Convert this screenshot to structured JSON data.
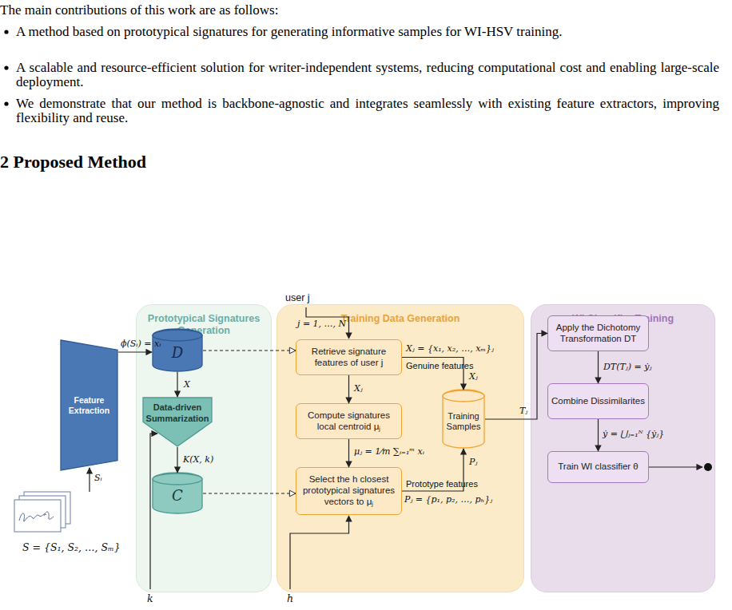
{
  "diagram": {
    "title": "2 Proposed Method",
    "nodes": [
      {
        "text": [
          "Feature Extraction"
        ]
      },
      {
        "text": [
          "Prototypical Signatures Generation"
        ]
      },
      {
        "text": [
          "D"
        ],
        "in": 1
      },
      {
        "text": [
          "Data-driven Summarization"
        ],
        "in": 1
      },
      {
        "text": [
          "C"
        ],
        "in": 1
      },
      {
        "text": [
          "Training Data Generation"
        ]
      },
      {
        "text": [
          "Retrieve signature features of user j"
        ],
        "in": 5
      },
      {
        "text": [
          "Compute signatures local centroid μⱼ"
        ],
        "in": 5
      },
      {
        "text": [
          "Select the h closest prototypical signatures vectors to μⱼ"
        ],
        "in": 5
      },
      {
        "text": [
          "Training Samples"
        ],
        "in": 5
      },
      {
        "text": [
          "WI Classifier Training"
        ]
      },
      {
        "text": [
          "Apply the Dichotomy Transformation DT"
        ],
        "in": 10
      },
      {
        "text": [
          "Combine Dissimilarites"
        ],
        "in": 10
      },
      {
        "text": [
          "Train WI classifier θ"
        ],
        "in": 10
      }
    ],
    "edges": [
      {
        "from": 0,
        "to": 2,
        "arrow": "to",
        "label": "ϕ(Sᵢ) = xᵢ"
      },
      {
        "from": 2,
        "to": 3,
        "arrow": "to",
        "label": "X"
      },
      {
        "from": 3,
        "to": 4,
        "arrow": "to",
        "label": "K(X, k)"
      },
      {
        "from": 2,
        "to": 6,
        "arrow": "to"
      },
      {
        "from": 4,
        "to": 8,
        "arrow": "to"
      },
      {
        "from": 6,
        "to": 7,
        "arrow": "to",
        "label": "Xⱼ"
      },
      {
        "from": 7,
        "to": 8,
        "arrow": "to",
        "label": "μⱼ = 1⁄m ∑ᵢ₌₁ᵐ xᵢ"
      },
      {
        "from": 6,
        "to": 9,
        "arrow": "to",
        "label": "Xⱼ = {x₁, x₂, …, xₘ}ⱼ"
      },
      {
        "from": 8,
        "to": 9,
        "arrow": "to",
        "label": "Pⱼ = {p₁, p₂, …, pₕ}ⱼ"
      },
      {
        "from": 9,
        "to": 11,
        "arrow": "to",
        "label": "Tⱼ"
      },
      {
        "from": 11,
        "to": 12,
        "arrow": "to",
        "label": "DT(Tⱼ) = ẏⱼ"
      },
      {
        "from": 12,
        "to": 13,
        "arrow": "to",
        "label": "ẏ = ⋃ⱼ₌₁ᴺ {ẏⱼ}"
      }
    ],
    "labels": [
      "The main contributions of this work are as follows:",
      "A method based on prototypical signatures for generating informative samples for WI-HSV training.",
      "A scalable and resource-efficient solution for writer-independent systems, reducing computational cost and enabling large-scale deployment.",
      "We demonstrate that our method is backbone-agnostic and integrates seamlessly with existing feature extractors, improving flexibility and reuse.",
      "Genuine features",
      "Xⱼ",
      "Prototype features",
      "Pⱼ",
      "user j",
      "j = 1, …, N",
      "k",
      "h",
      "Sᵢ",
      "S = {S₁, S₂, …, Sₘ}"
    ]
  }
}
